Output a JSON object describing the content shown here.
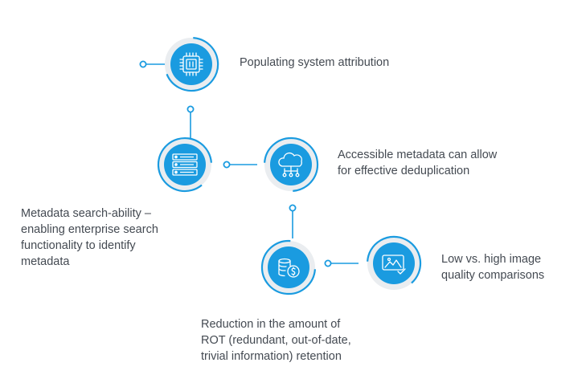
{
  "colors": {
    "accent": "#1a9be0",
    "accent_light": "#5bc0f0",
    "ring_shadow": "#eaedf0",
    "text": "#444a52"
  },
  "nodes": [
    {
      "id": "populating",
      "icon": "chip-icon",
      "lines": [
        "Populating system attribution"
      ]
    },
    {
      "id": "search",
      "icon": "server-icon",
      "lines": [
        "Metadata search-ability –",
        "enabling enterprise search",
        "functionality to identify",
        "metadata"
      ]
    },
    {
      "id": "dedup",
      "icon": "cloud-network-icon",
      "lines": [
        "Accessible metadata can allow",
        "for effective deduplication"
      ]
    },
    {
      "id": "rot",
      "icon": "coins-dollar-icon",
      "lines": [
        "Reduction in the amount of",
        "ROT (redundant, out-of-date,",
        "trivial information) retention"
      ]
    },
    {
      "id": "image",
      "icon": "image-check-icon",
      "lines": [
        "Low vs. high image",
        "quality comparisons"
      ]
    }
  ]
}
